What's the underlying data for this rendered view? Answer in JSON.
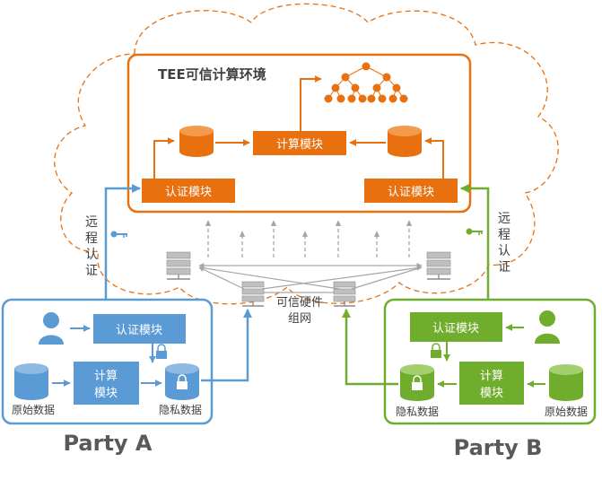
{
  "colors": {
    "orange": "#E8700F",
    "blue": "#5B9BD5",
    "green": "#70AD2C",
    "gray": "#9E9E9E",
    "white": "#FFFFFF",
    "text": "#404040"
  },
  "tee": {
    "title": "TEE可信计算环境",
    "compute_label": "计算模块",
    "auth_left_label": "认证模块",
    "auth_right_label": "认证模块"
  },
  "remote_left": [
    "远",
    "程",
    "认",
    "证"
  ],
  "remote_right": [
    "远",
    "程",
    "认",
    "证"
  ],
  "network": {
    "line1": "可信硬件",
    "line2": "组网"
  },
  "party_a": {
    "name": "Party A",
    "auth_label": "认证模块",
    "compute_line1": "计算",
    "compute_line2": "模块",
    "raw_label": "原始数据",
    "private_label": "隐私数据"
  },
  "party_b": {
    "name": "Party B",
    "auth_label": "认证模块",
    "compute_line1": "计算",
    "compute_line2": "模块",
    "raw_label": "原始数据",
    "private_label": "隐私数据"
  },
  "icons": {
    "tree": "tree-hierarchy-icon",
    "server": "server-icon",
    "key": "key-icon",
    "lock": "lock-icon",
    "user": "user-icon",
    "database": "database-icon"
  }
}
